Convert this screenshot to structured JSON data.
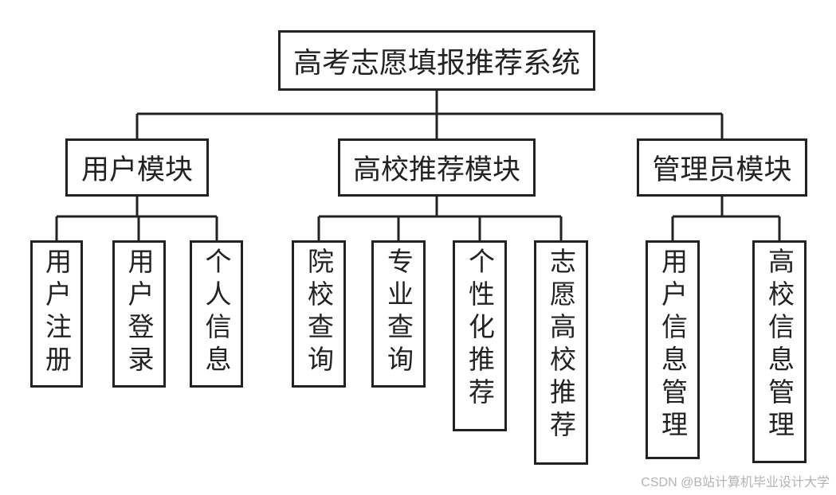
{
  "root": {
    "label": "高考志愿填报推荐系统"
  },
  "modules": [
    {
      "label": "用户模块",
      "children": [
        "用户注册",
        "用户登录",
        "个人信息"
      ]
    },
    {
      "label": "高校推荐模块",
      "children": [
        "院校查询",
        "专业查询",
        "个性化推荐",
        "志愿高校推荐"
      ]
    },
    {
      "label": "管理员模块",
      "children": [
        "用户信息管理",
        "高校信息管理"
      ]
    }
  ],
  "watermark": "CSDN @B站计算机毕业设计大学",
  "colors": {
    "line": "#222222",
    "background": "#ffffff",
    "watermark": "#b3b3b3"
  }
}
